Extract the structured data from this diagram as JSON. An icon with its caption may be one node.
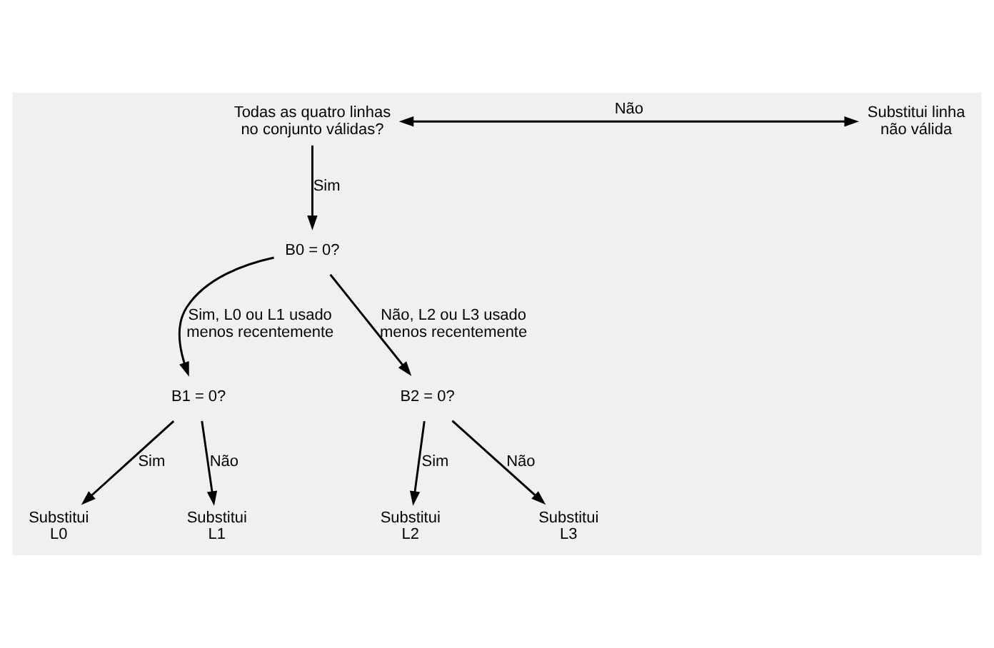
{
  "diagram": {
    "nodes": [
      {
        "text": [
          "Todas as quatro linhas no conjunto válidas?"
        ]
      },
      {
        "text": [
          "Substitui linha não válida"
        ]
      },
      {
        "text": [
          "B0 = 0?"
        ]
      },
      {
        "text": [
          "B1 = 0?"
        ]
      },
      {
        "text": [
          "B2 = 0?"
        ]
      },
      {
        "text": [
          "Substitui L0"
        ]
      },
      {
        "text": [
          "Substitui L1"
        ]
      },
      {
        "text": [
          "Substitui L2"
        ]
      },
      {
        "text": [
          "Substitui L3"
        ]
      }
    ],
    "edges": [
      {
        "from": 0,
        "to": 1,
        "arrow": "both",
        "label": "Não"
      },
      {
        "from": 0,
        "to": 2,
        "arrow": "to",
        "label": "Sim"
      },
      {
        "from": 2,
        "to": 3,
        "arrow": "to",
        "label": "Sim, L0 ou L1 usado menos recentemente"
      },
      {
        "from": 2,
        "to": 4,
        "arrow": "to",
        "label": "Não, L2 ou L3 usado menos recentemente"
      },
      {
        "from": 3,
        "to": 5,
        "arrow": "to",
        "label": "Sim"
      },
      {
        "from": 3,
        "to": 6,
        "arrow": "to",
        "label": "Não"
      },
      {
        "from": 4,
        "to": 7,
        "arrow": "to",
        "label": "Sim"
      },
      {
        "from": 4,
        "to": 8,
        "arrow": "to",
        "label": "Não"
      }
    ]
  }
}
